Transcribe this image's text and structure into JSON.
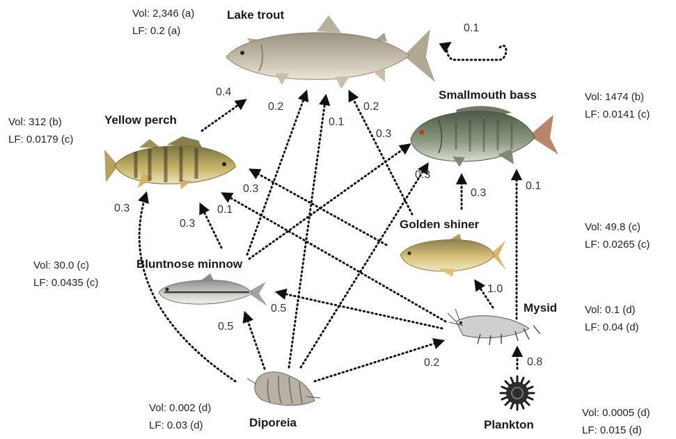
{
  "species": [
    {
      "id": "lake-trout",
      "name": "Lake trout",
      "vol": "Vol: 2,346 (a)",
      "lf": "LF: 0.2 (a)"
    },
    {
      "id": "smallmouth-bass",
      "name": "Smallmouth bass",
      "vol": "Vol: 1474 (b)",
      "lf": "LF: 0.0141 (c)"
    },
    {
      "id": "yellow-perch",
      "name": "Yellow perch",
      "vol": "Vol: 312 (b)",
      "lf": "LF: 0.0179 (c)"
    },
    {
      "id": "golden-shiner",
      "name": "Golden shiner",
      "vol": "Vol: 49.8 (c)",
      "lf": "LF: 0.0265 (c)"
    },
    {
      "id": "bluntnose-minnow",
      "name": "Bluntnose minnow",
      "vol": "Vol: 30.0 (c)",
      "lf": "LF: 0.0435 (c)"
    },
    {
      "id": "mysid",
      "name": "Mysid",
      "vol": "Vol: 0.1 (d)",
      "lf": "LF: 0.04 (d)"
    },
    {
      "id": "diporeia",
      "name": "Diporeia",
      "vol": "Vol: 0.002 (d)",
      "lf": "LF: 0.03 (d)"
    },
    {
      "id": "plankton",
      "name": "Plankton",
      "vol": "Vol: 0.0005 (d)",
      "lf": "LF: 0.015 (d)"
    }
  ],
  "links": [
    {
      "from": "Lake trout",
      "to": "Lake trout",
      "weight": "0.1"
    },
    {
      "from": "Yellow perch",
      "to": "Lake trout",
      "weight": "0.4"
    },
    {
      "from": "Bluntnose minnow",
      "to": "Lake trout",
      "weight": "0.2"
    },
    {
      "from": "Diporeia",
      "to": "Lake trout",
      "weight": "0.1"
    },
    {
      "from": "Golden shiner",
      "to": "Lake trout",
      "weight": "0.2"
    },
    {
      "from": "Bluntnose minnow",
      "to": "Smallmouth bass",
      "weight": "0.3"
    },
    {
      "from": "Diporeia",
      "to": "Smallmouth bass",
      "weight": "0.3"
    },
    {
      "from": "Golden shiner",
      "to": "Smallmouth bass",
      "weight": "0.3"
    },
    {
      "from": "Mysid",
      "to": "Smallmouth bass",
      "weight": "0.1"
    },
    {
      "from": "Golden shiner",
      "to": "Yellow perch",
      "weight": "0.3"
    },
    {
      "from": "Mysid",
      "to": "Yellow perch",
      "weight": "0.1"
    },
    {
      "from": "Bluntnose minnow",
      "to": "Yellow perch",
      "weight": "0.3"
    },
    {
      "from": "Diporeia",
      "to": "Yellow perch",
      "weight": "0.3"
    },
    {
      "from": "Mysid",
      "to": "Golden shiner",
      "weight": "1.0"
    },
    {
      "from": "Mysid",
      "to": "Bluntnose minnow",
      "weight": "0.5"
    },
    {
      "from": "Diporeia",
      "to": "Bluntnose minnow",
      "weight": "0.5"
    },
    {
      "from": "Diporeia",
      "to": "Mysid",
      "weight": "0.2"
    },
    {
      "from": "Plankton",
      "to": "Mysid",
      "weight": "0.8"
    }
  ]
}
